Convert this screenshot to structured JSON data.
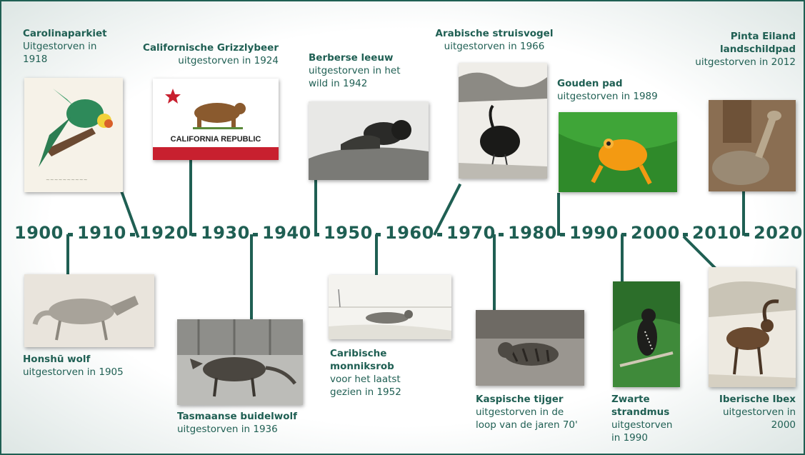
{
  "timeline": {
    "years": [
      "1900",
      "1910",
      "1920",
      "1930",
      "1940",
      "1950",
      "1960",
      "1970",
      "1980",
      "1990",
      "2000",
      "2010",
      "2020"
    ]
  },
  "species": {
    "carolina": {
      "name": "Carolinaparkiet",
      "status": "Uitgestorven in 1918"
    },
    "grizzly": {
      "name": "Californische Grizzlybeer",
      "status": "uitgestorven in 1924"
    },
    "leeuw": {
      "name": "Berberse leeuw",
      "status": "uitgestorven in het wild in 1942"
    },
    "struisvogel": {
      "name": "Arabische struisvogel",
      "status": "uitgestorven in 1966"
    },
    "pad": {
      "name": "Gouden pad",
      "status": "uitgestorven in 1989"
    },
    "pinta": {
      "name": "Pinta Eiland landschildpad",
      "status": "uitgestorven in 2012"
    },
    "honshu": {
      "name": "Honshū wolf",
      "status": "uitgestorven in 1905"
    },
    "buidelwolf": {
      "name": "Tasmaanse buidelwolf",
      "status": "uitgestorven in 1936"
    },
    "monniksrob": {
      "name": "Caribische monniksrob",
      "status": "voor het laatst gezien in 1952"
    },
    "tijger": {
      "name": "Kaspische tijger",
      "status": "uitgestorven in de loop van de jaren 70'"
    },
    "strandmus": {
      "name": "Zwarte strandmus",
      "status": "uitgestorven in 1990"
    },
    "ibex": {
      "name": "Iberische Ibex",
      "status": "uitgestorven in 2000"
    }
  },
  "flag": {
    "text": "CALIFORNIA REPUBLIC"
  },
  "colors": {
    "accent": "#1f5f53",
    "flag_red": "#c8202f",
    "toad": "#f39a12",
    "leaf": "#2f8a2a"
  }
}
